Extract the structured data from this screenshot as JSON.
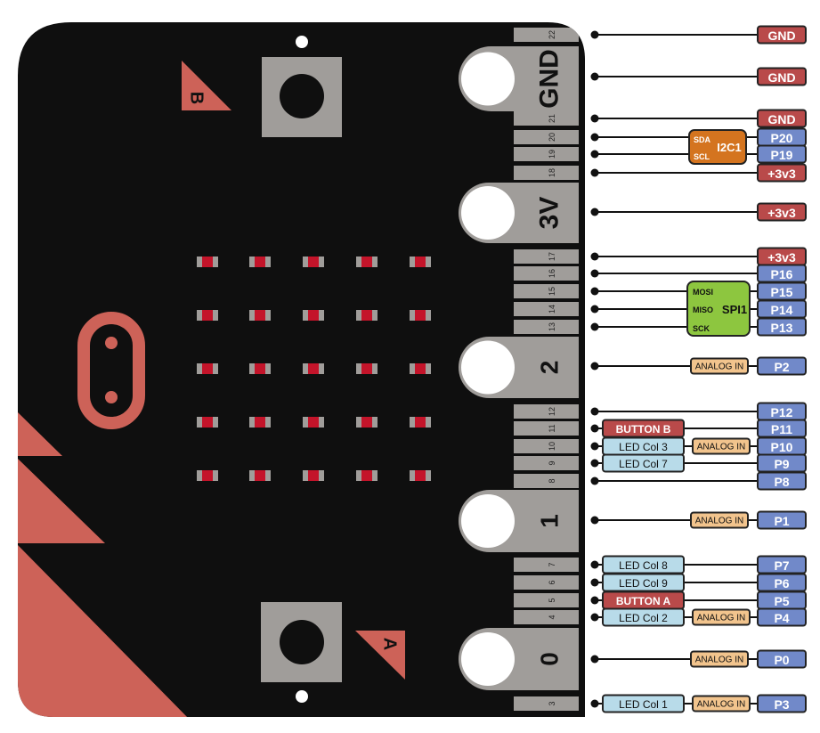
{
  "colors": {
    "board": "#0f0f0f",
    "accent_red": "#cd6258",
    "pad_gray": "#a09d9a",
    "led_red": "#c4142a",
    "power_label": "#b94a4a",
    "pin_label": "#7189c9",
    "i2c": "#d4741f",
    "spi": "#8dc63f",
    "analog": "#f2c48d",
    "led_col": "#b8dbe9",
    "button": "#b94a4a"
  },
  "board": {
    "button_b_label": "B",
    "button_a_label": "A",
    "led_matrix": {
      "rows": 5,
      "cols": 5
    }
  },
  "rows": [
    {
      "kind": "pin",
      "number": "22",
      "label": "GND",
      "label_type": "power",
      "tags": []
    },
    {
      "kind": "pad",
      "number": "GND",
      "label": "GND",
      "label_type": "power",
      "tags": []
    },
    {
      "kind": "pin",
      "number": "21",
      "label": "GND",
      "label_type": "power",
      "tags": []
    },
    {
      "kind": "pin",
      "number": "20",
      "label": "P20",
      "label_type": "pin",
      "tags": []
    },
    {
      "kind": "pin",
      "number": "19",
      "label": "P19",
      "label_type": "pin",
      "tags": []
    },
    {
      "kind": "pin",
      "number": "18",
      "label": "+3v3",
      "label_type": "power",
      "tags": []
    },
    {
      "kind": "pad",
      "number": "3V",
      "label": "+3v3",
      "label_type": "power",
      "tags": []
    },
    {
      "kind": "pin",
      "number": "17",
      "label": "+3v3",
      "label_type": "power",
      "tags": []
    },
    {
      "kind": "pin",
      "number": "16",
      "label": "P16",
      "label_type": "pin",
      "tags": []
    },
    {
      "kind": "pin",
      "number": "15",
      "label": "P15",
      "label_type": "pin",
      "tags": []
    },
    {
      "kind": "pin",
      "number": "14",
      "label": "P14",
      "label_type": "pin",
      "tags": []
    },
    {
      "kind": "pin",
      "number": "13",
      "label": "P13",
      "label_type": "pin",
      "tags": []
    },
    {
      "kind": "pad",
      "number": "2",
      "label": "P2",
      "label_type": "pin",
      "tags": [
        {
          "type": "analog",
          "text": "ANALOG IN"
        }
      ]
    },
    {
      "kind": "pin",
      "number": "12",
      "label": "P12",
      "label_type": "pin",
      "tags": []
    },
    {
      "kind": "pin",
      "number": "11",
      "label": "P11",
      "label_type": "pin",
      "tags": [
        {
          "type": "button",
          "text": "BUTTON B"
        }
      ]
    },
    {
      "kind": "pin",
      "number": "10",
      "label": "P10",
      "label_type": "pin",
      "tags": [
        {
          "type": "led",
          "text": "LED Col 3"
        },
        {
          "type": "analog",
          "text": "ANALOG IN"
        }
      ]
    },
    {
      "kind": "pin",
      "number": "9",
      "label": "P9",
      "label_type": "pin",
      "tags": [
        {
          "type": "led",
          "text": "LED Col 7"
        }
      ]
    },
    {
      "kind": "pin",
      "number": "8",
      "label": "P8",
      "label_type": "pin",
      "tags": []
    },
    {
      "kind": "pad",
      "number": "1",
      "label": "P1",
      "label_type": "pin",
      "tags": [
        {
          "type": "analog",
          "text": "ANALOG IN"
        }
      ]
    },
    {
      "kind": "pin",
      "number": "7",
      "label": "P7",
      "label_type": "pin",
      "tags": [
        {
          "type": "led",
          "text": "LED Col 8"
        }
      ]
    },
    {
      "kind": "pin",
      "number": "6",
      "label": "P6",
      "label_type": "pin",
      "tags": [
        {
          "type": "led",
          "text": "LED Col 9"
        }
      ]
    },
    {
      "kind": "pin",
      "number": "5",
      "label": "P5",
      "label_type": "pin",
      "tags": [
        {
          "type": "button",
          "text": "BUTTON A"
        }
      ]
    },
    {
      "kind": "pin",
      "number": "4",
      "label": "P4",
      "label_type": "pin",
      "tags": [
        {
          "type": "led",
          "text": "LED Col 2"
        },
        {
          "type": "analog",
          "text": "ANALOG IN"
        }
      ]
    },
    {
      "kind": "pad",
      "number": "0",
      "label": "P0",
      "label_type": "pin",
      "tags": [
        {
          "type": "analog",
          "text": "ANALOG IN"
        }
      ]
    },
    {
      "kind": "pin",
      "number": "3",
      "label": "P3",
      "label_type": "pin",
      "tags": [
        {
          "type": "led",
          "text": "LED Col 1"
        },
        {
          "type": "analog",
          "text": "ANALOG IN"
        }
      ]
    }
  ],
  "buses": {
    "i2c": {
      "name": "I2C1",
      "signals": [
        "SDA",
        "SCL"
      ]
    },
    "spi": {
      "name": "SPI1",
      "signals": [
        "MOSI",
        "MISO",
        "SCK"
      ]
    }
  }
}
